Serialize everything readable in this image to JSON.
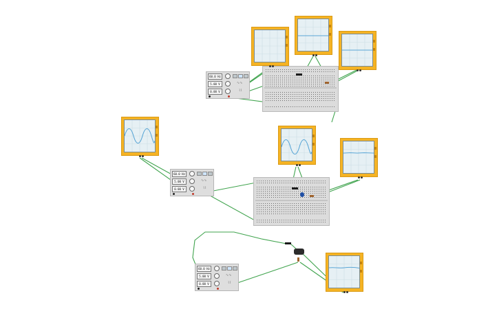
{
  "generators": [
    {
      "frequency": "60.0 Hz",
      "amplitude": "5.00 V",
      "offset": "0.00 V"
    },
    {
      "frequency": "60.0 Hz",
      "amplitude": "5.00 V",
      "offset": "0.00 V"
    },
    {
      "frequency": "60.0 Hz",
      "amplitude": "5.00 V",
      "offset": "0.00 V"
    }
  ],
  "colors": {
    "scope_body": "#f5b324",
    "scope_screen": "#e6f0f4",
    "trace": "#5aa6d6",
    "wire": "#3fa34d",
    "breadboard": "#dcdcdc"
  },
  "icons": {
    "waveform_buttons": [
      "sine-wave-icon",
      "square-wave-icon",
      "triangle-wave-icon"
    ]
  }
}
